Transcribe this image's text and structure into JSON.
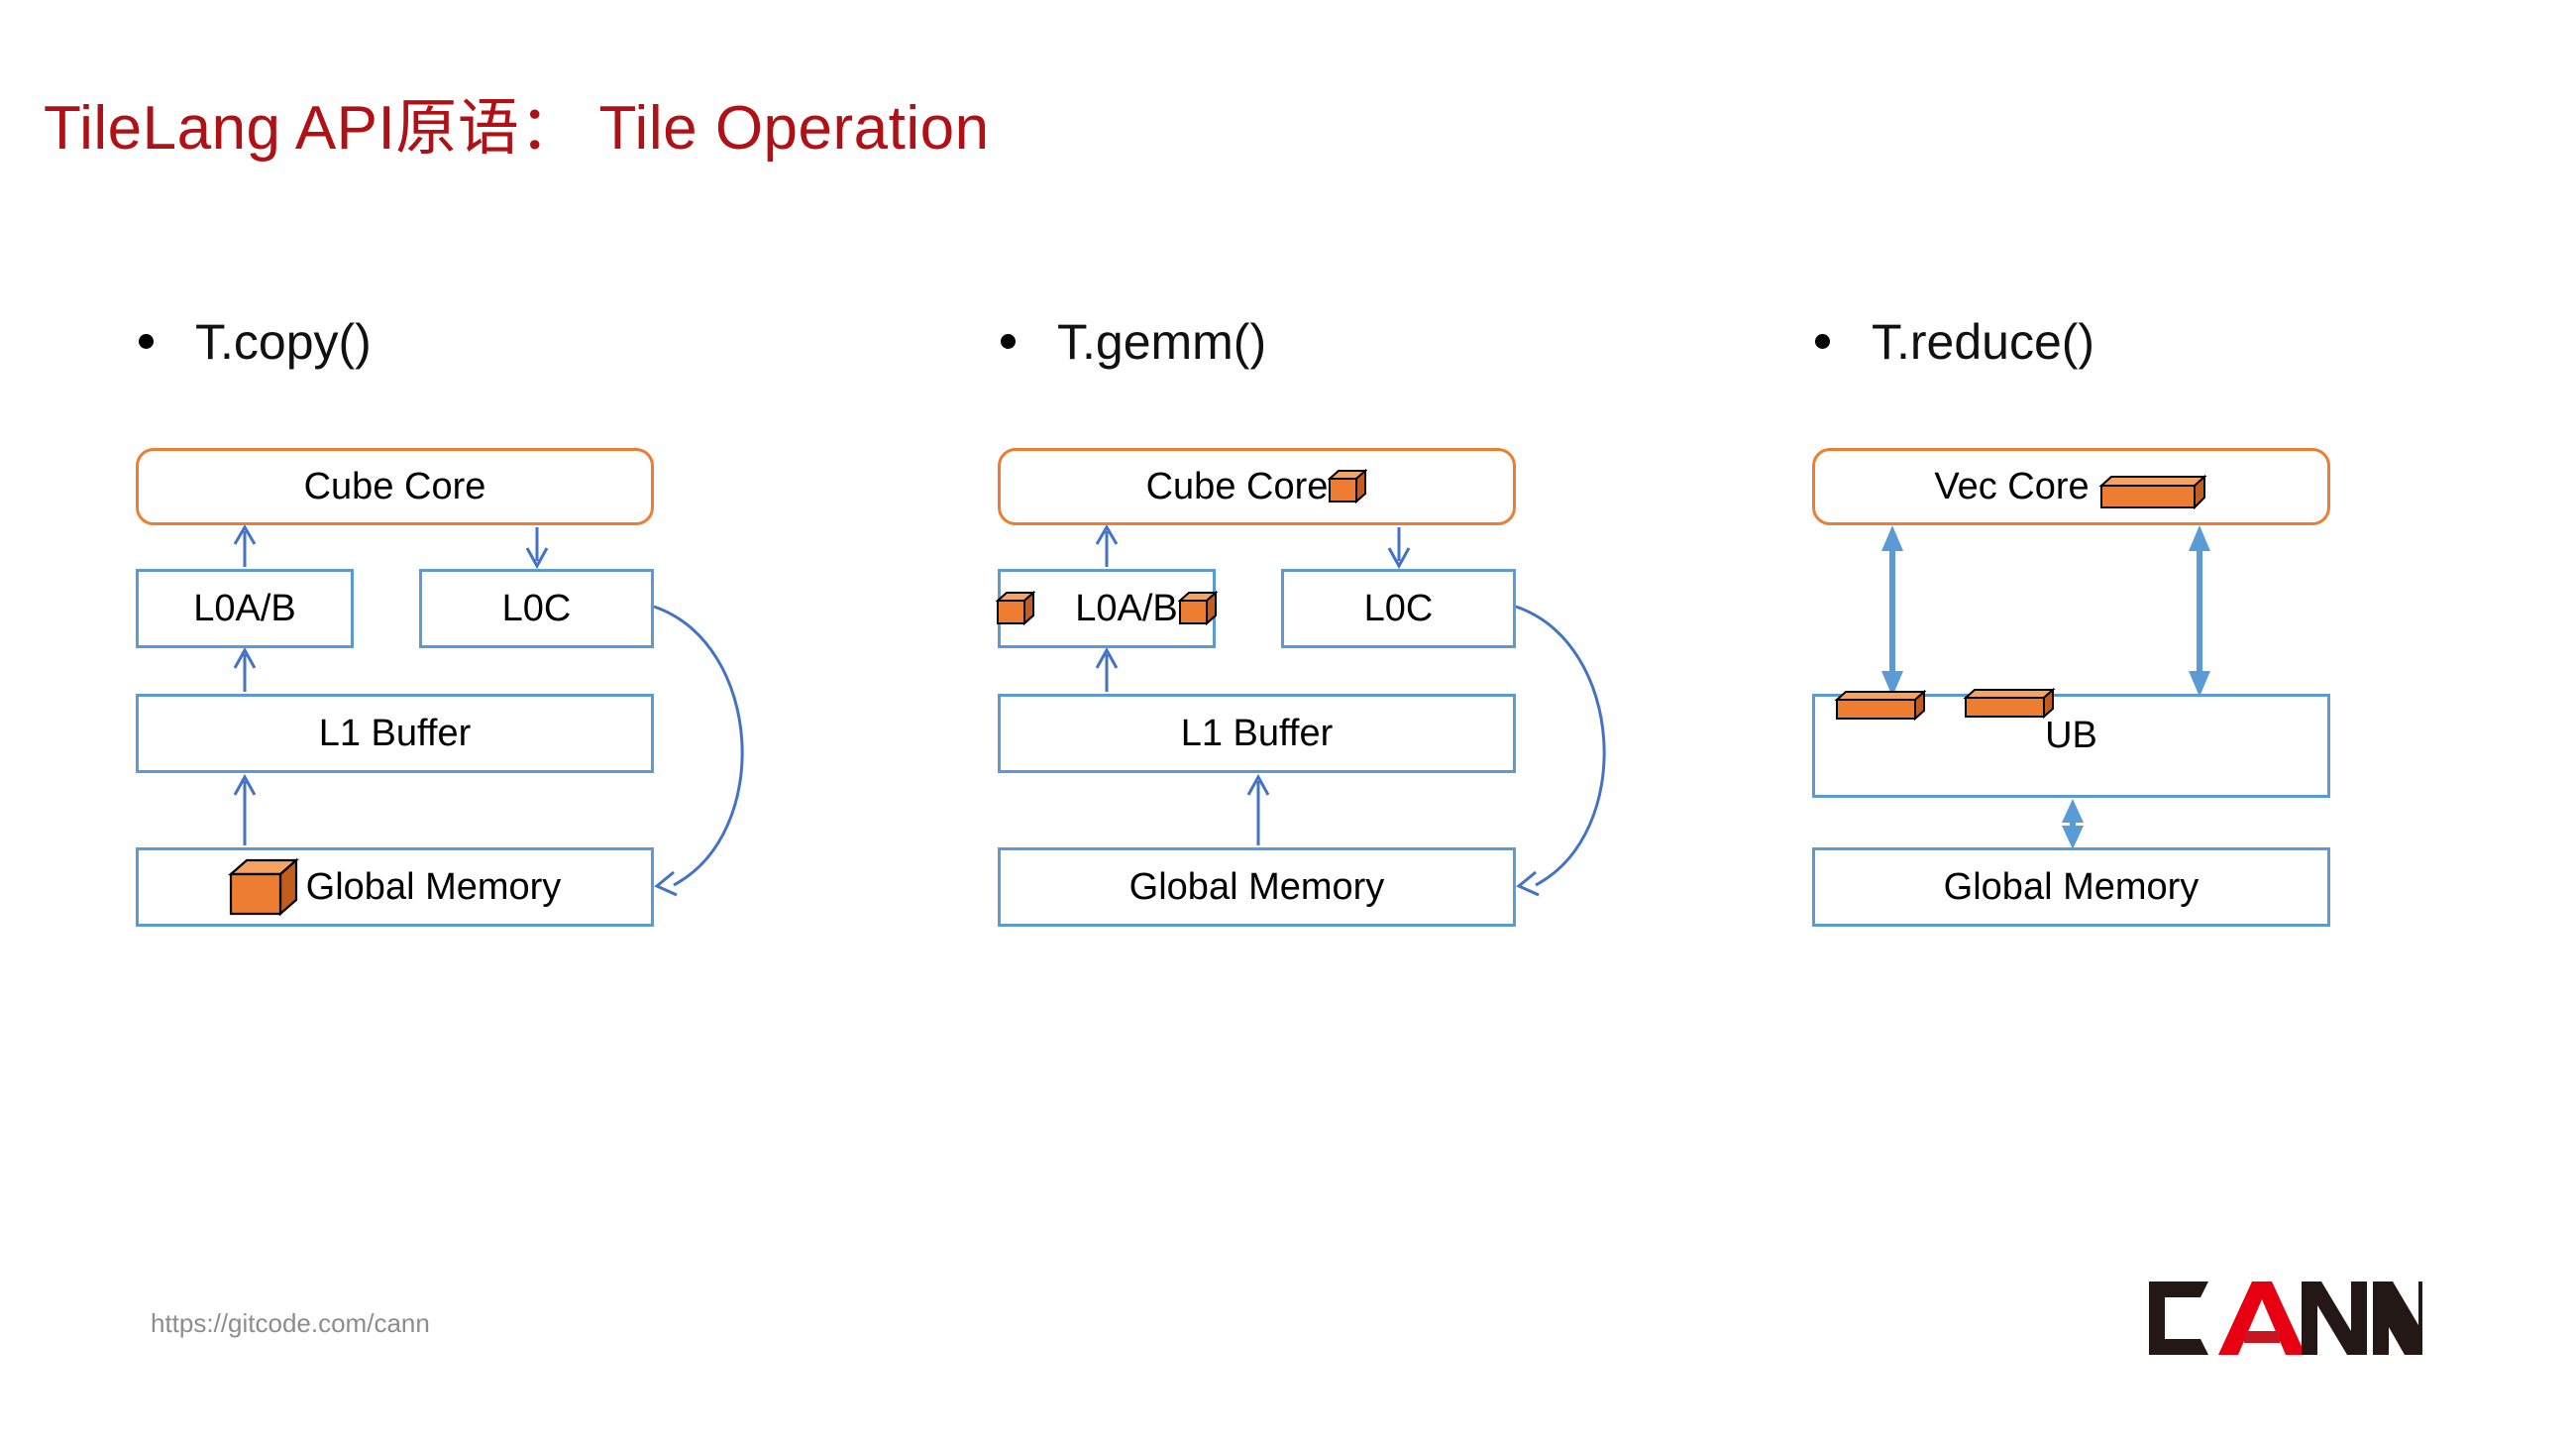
{
  "slide": {
    "title": "TileLang API原语： Tile Operation",
    "title_color": "#b01116",
    "background": "#ffffff"
  },
  "palette": {
    "accent_orange": "#ed7d31",
    "box_blue": "#5b9bd5",
    "arrow_blue_dark": "#4472c4",
    "arrow_blue_light": "#5b9bd5",
    "cube_front": "#ed7d31",
    "cube_top": "#f4a460",
    "cube_side": "#c25d1e",
    "text_black": "#000000",
    "footer_grey": "#8c8c8c",
    "logo_black": "#231815",
    "logo_red": "#e60012"
  },
  "columns": [
    {
      "id": "copy",
      "bullet": "•",
      "label": "T.copy()",
      "boxes": {
        "core": "Cube Core",
        "l0ab": "L0A/B",
        "l0c": "L0C",
        "l1": "L1 Buffer",
        "gm": "Global Memory"
      },
      "icons": {
        "gm_cube": "cube-icon"
      }
    },
    {
      "id": "gemm",
      "bullet": "•",
      "label": "T.gemm()",
      "boxes": {
        "core": "Cube Core",
        "l0ab": "L0A/B",
        "l0c": "L0C",
        "l1": "L1 Buffer",
        "gm": "Global Memory"
      },
      "icons": {
        "core_cube": "cube-icon",
        "l0ab_cube_left": "cube-icon",
        "l0ab_cube_right": "cube-icon"
      }
    },
    {
      "id": "reduce",
      "bullet": "•",
      "label": "T.reduce()",
      "boxes": {
        "core": "Vec Core",
        "ub": "UB",
        "gm": "Global Memory"
      },
      "icons": {
        "core_slab": "slab-icon",
        "ub_slab_left": "slab-icon",
        "ub_slab_right": "slab-icon"
      }
    }
  ],
  "footer": {
    "url": "https://gitcode.com/cann",
    "logo_text": "CANN",
    "logo_parts": {
      "c": "C",
      "a": "A",
      "n1": "N",
      "n2": "N"
    }
  }
}
